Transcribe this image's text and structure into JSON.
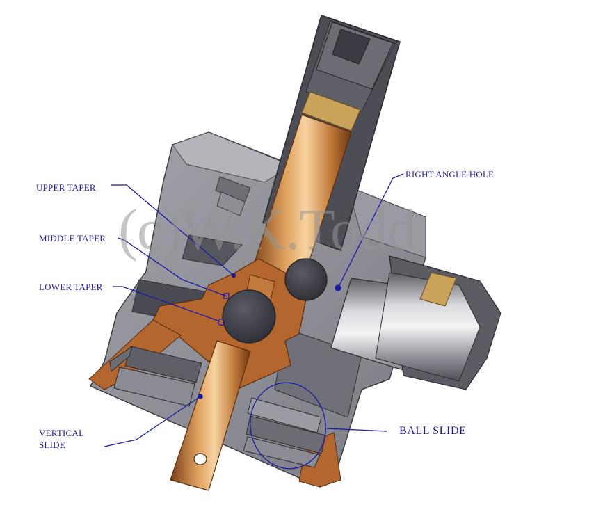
{
  "watermark": "(c)W.K.Todd",
  "colors": {
    "annotation_ink": "#1a1aa8",
    "housing_gray": "#8a8a94",
    "copper": "#b86a35",
    "ball": "#3b3c44"
  },
  "labels": {
    "upper_taper": "UPPER TAPER",
    "middle_taper": "MIDDLE TAPER",
    "lower_taper": "LOWER TAPER",
    "right_angle_hole": "RIGHT ANGLE HOLE",
    "vertical_slide_line1": "VERTICAL",
    "vertical_slide_line2": "SLIDE",
    "ball_slide": "BALL SLIDE"
  }
}
